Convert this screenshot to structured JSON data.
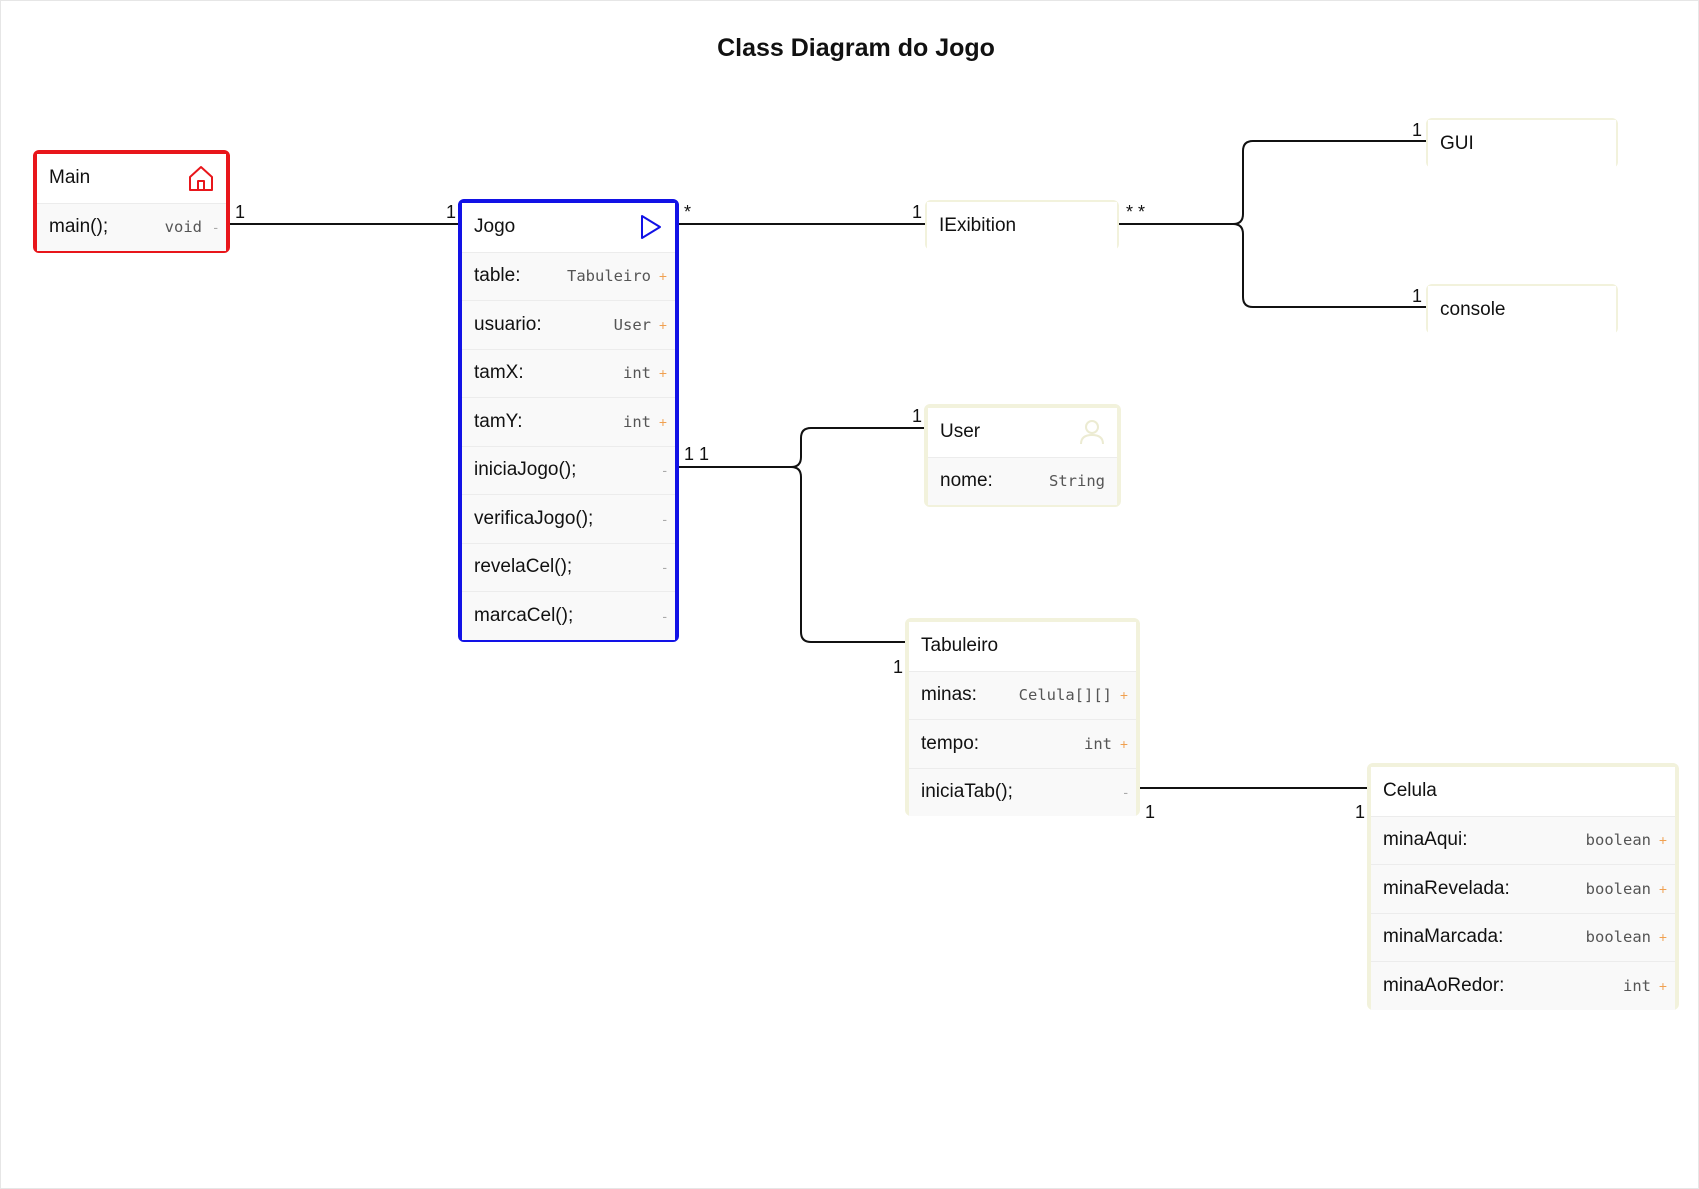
{
  "title": "Class Diagram do Jogo",
  "colors": {
    "main_border": "#e8161b",
    "jogo_border": "#1212e6",
    "default_border": "#f2f2dc",
    "public_marker": "#f0a050",
    "private_marker": "#aaaaaa"
  },
  "classes": {
    "main": {
      "name": "Main",
      "icon": "home-icon",
      "members": [
        {
          "name": "main();",
          "type": "void",
          "visibility": "-"
        }
      ]
    },
    "jogo": {
      "name": "Jogo",
      "icon": "play-icon",
      "members": [
        {
          "name": "table:",
          "type": "Tabuleiro",
          "visibility": "+"
        },
        {
          "name": "usuario:",
          "type": "User",
          "visibility": "+"
        },
        {
          "name": "tamX:",
          "type": "int",
          "visibility": "+"
        },
        {
          "name": "tamY:",
          "type": "int",
          "visibility": "+"
        },
        {
          "name": "iniciaJogo();",
          "type": "",
          "visibility": "-"
        },
        {
          "name": "verificaJogo();",
          "type": "",
          "visibility": "-"
        },
        {
          "name": "revelaCel();",
          "type": "",
          "visibility": "-"
        },
        {
          "name": "marcaCel();",
          "type": "",
          "visibility": "-"
        }
      ]
    },
    "iexibition": {
      "name": "IExibition",
      "members": []
    },
    "gui": {
      "name": "GUI",
      "members": []
    },
    "console": {
      "name": "console",
      "members": []
    },
    "user": {
      "name": "User",
      "icon": "user-icon",
      "members": [
        {
          "name": "nome:",
          "type": "String",
          "visibility": ""
        }
      ]
    },
    "tabuleiro": {
      "name": "Tabuleiro",
      "members": [
        {
          "name": "minas:",
          "type": "Celula[][]",
          "visibility": "+"
        },
        {
          "name": "tempo:",
          "type": "int",
          "visibility": "+"
        },
        {
          "name": "iniciaTab();",
          "type": "",
          "visibility": "-"
        }
      ]
    },
    "celula": {
      "name": "Celula",
      "members": [
        {
          "name": "minaAqui:",
          "type": "boolean",
          "visibility": "+"
        },
        {
          "name": "minaRevelada:",
          "type": "boolean",
          "visibility": "+"
        },
        {
          "name": "minaMarcada:",
          "type": "boolean",
          "visibility": "+"
        },
        {
          "name": "minaAoRedor:",
          "type": "int",
          "visibility": "+"
        }
      ]
    }
  },
  "multiplicities": {
    "main_jogo_src": "1",
    "main_jogo_dst": "1",
    "jogo_iex_src": "*",
    "jogo_iex_dst": "1",
    "iex_out": "* *",
    "gui": "1",
    "console": "1",
    "jogo_user_tab": "1 1",
    "user": "1",
    "tabuleiro": "1",
    "tab_celula_src": "1",
    "tab_celula_dst": "1"
  }
}
